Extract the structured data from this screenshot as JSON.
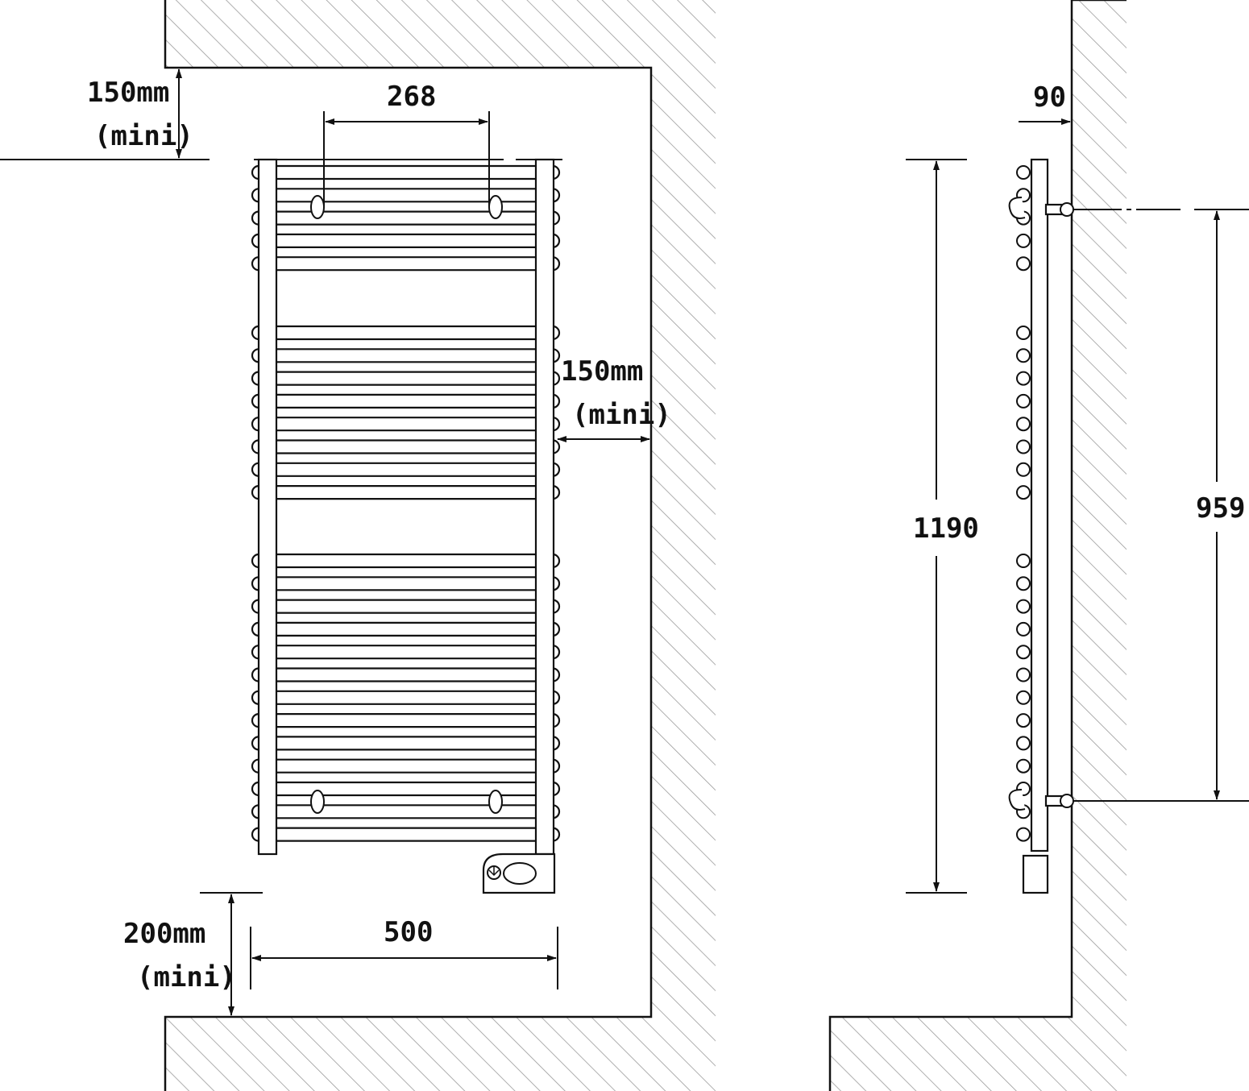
{
  "front_view": {
    "clearance_top": {
      "value": "150mm",
      "note": "(mini)"
    },
    "clearance_side": {
      "value": "150mm",
      "note": "(mini)"
    },
    "clearance_bottom": {
      "value": "200mm",
      "note": "(mini)"
    },
    "fixing_spacing": "268",
    "width": "500"
  },
  "side_view": {
    "depth": "90",
    "height": "1190",
    "fixing_height": "959"
  },
  "colors": {
    "line": "#111111",
    "background": "#ffffff",
    "hatch": "#9a9a9a"
  }
}
